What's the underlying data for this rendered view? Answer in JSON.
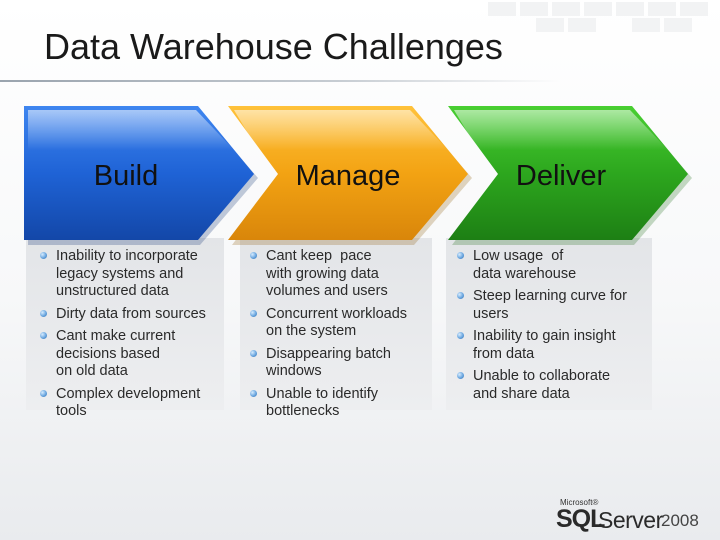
{
  "slide": {
    "title": "Data Warehouse Challenges"
  },
  "stages": [
    {
      "label": "Build",
      "color": "#1f63d6",
      "bullets": [
        [
          "Inability to incorporate",
          "legacy systems and",
          "unstructured data"
        ],
        [
          "Dirty data from sources"
        ],
        [
          "Cant make current",
          "decisions based",
          "on old data"
        ],
        [
          "Complex development",
          "tools"
        ]
      ]
    },
    {
      "label": "Manage",
      "color": "#f0a512",
      "bullets": [
        [
          "Cant keep  pace",
          "with growing data",
          "volumes and users"
        ],
        [
          "Concurrent workloads",
          "on the system"
        ],
        [
          "Disappearing batch",
          "windows"
        ],
        [
          "Unable to identify",
          "bottlenecks"
        ]
      ]
    },
    {
      "label": "Deliver",
      "color": "#2ea81f",
      "bullets": [
        [
          "Low usage  of",
          "data warehouse"
        ],
        [
          "Steep learning curve for",
          "users"
        ],
        [
          "Inability to gain insight",
          "from data"
        ],
        [
          "Unable to collaborate",
          "and share data"
        ]
      ]
    }
  ],
  "logo": {
    "microsoft": "Microsoft®",
    "sql": "SQL",
    "server": "Server",
    "year": "2008"
  }
}
